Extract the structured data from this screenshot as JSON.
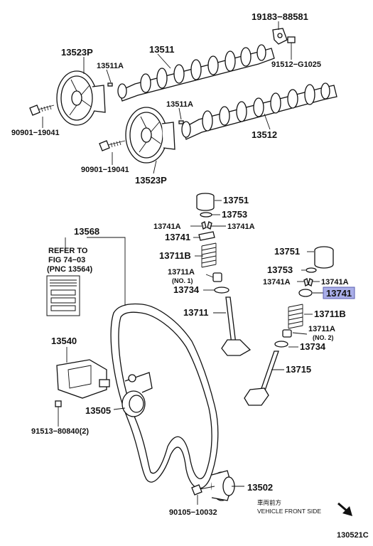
{
  "labels": {
    "p19183": "19183−88581",
    "p91512": "91512−G1025",
    "p13511_top": "13511",
    "p13523P_top": "13523P",
    "p13511A_top": "13511A",
    "p90901_top": "90901−19041",
    "p13511A_mid": "13511A",
    "p13512": "13512",
    "p90901_mid": "90901−19041",
    "p13523P_mid": "13523P",
    "p13751_a": "13751",
    "p13753_a": "13753",
    "p13741A_a1": "13741A",
    "p13741A_a2": "13741A",
    "p13741_a": "13741",
    "p13711B_a": "13711B",
    "p13711A_a": "13711A",
    "p13711A_a_sub": "(NO. 1)",
    "p13734_a": "13734",
    "p13711_a": "13711",
    "p13568": "13568",
    "p13751_b": "13751",
    "p13753_b": "13753",
    "p13741A_b1": "13741A",
    "p13741A_b2": "13741A",
    "p13741_b": "13741",
    "p13711B_b": "13711B",
    "p13711A_b": "13711A",
    "p13711A_b_sub": "(NO. 2)",
    "p13734_b": "13734",
    "p13715": "13715",
    "p13540": "13540",
    "p91513": "91513−80840(2)",
    "p13505": "13505",
    "p13502": "13502",
    "p90105": "90105−10032"
  },
  "refer": {
    "line1": "REFER TO",
    "line2": "FIG 74−03",
    "line3": "(PNC 13564)"
  },
  "direction": {
    "jp": "車両前方",
    "en": "VEHICLE FRONT SIDE"
  },
  "figure_code": "130521C",
  "colors": {
    "highlight": "#a9aee8",
    "highlight_border": "#5a5fb0",
    "ink": "#111111"
  }
}
